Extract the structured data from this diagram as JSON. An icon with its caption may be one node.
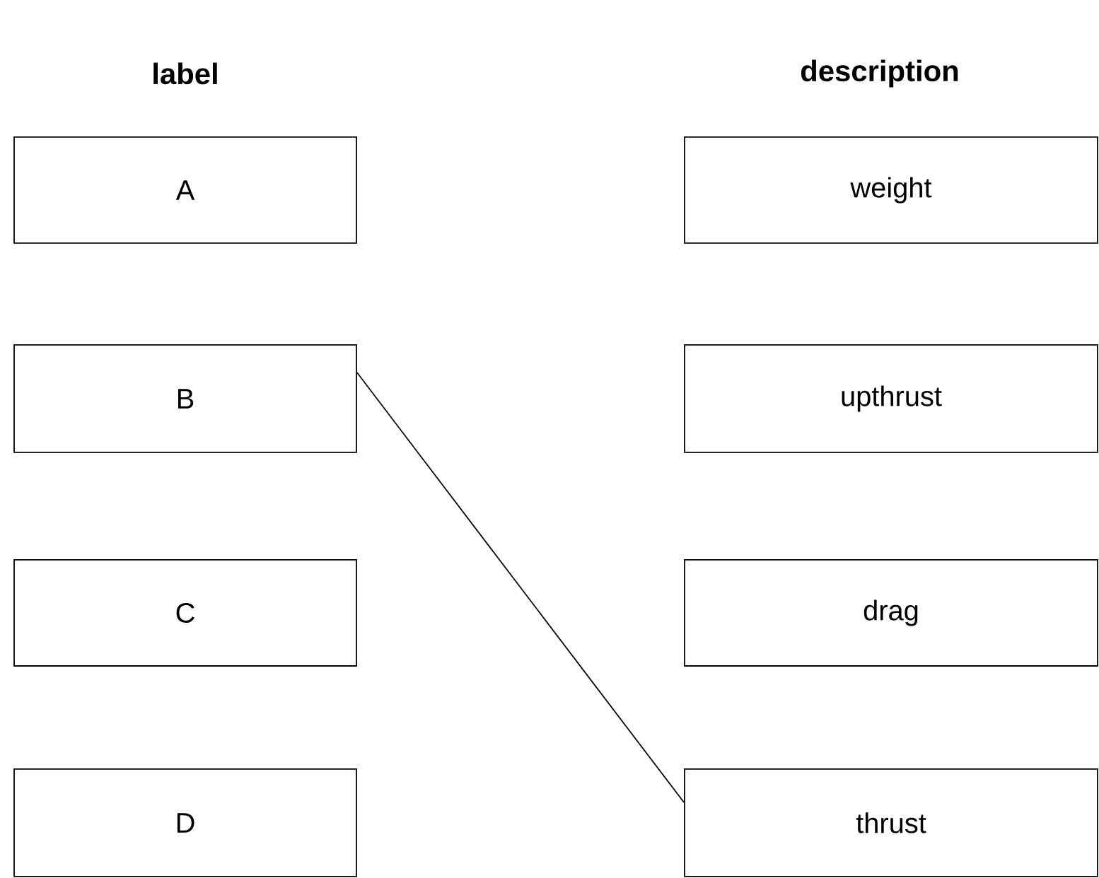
{
  "diagram": {
    "nodes": [
      {
        "text": [
          "A"
        ]
      },
      {
        "text": [
          "B"
        ]
      },
      {
        "text": [
          "C"
        ]
      },
      {
        "text": [
          "D"
        ]
      },
      {
        "text": [
          "weight"
        ]
      },
      {
        "text": [
          "upthrust"
        ]
      },
      {
        "text": [
          "drag"
        ]
      },
      {
        "text": [
          "thrust"
        ]
      }
    ],
    "edges": [
      {
        "from": 1,
        "to": 7,
        "arrow": "none"
      }
    ],
    "labels": [
      "label",
      "description"
    ]
  }
}
